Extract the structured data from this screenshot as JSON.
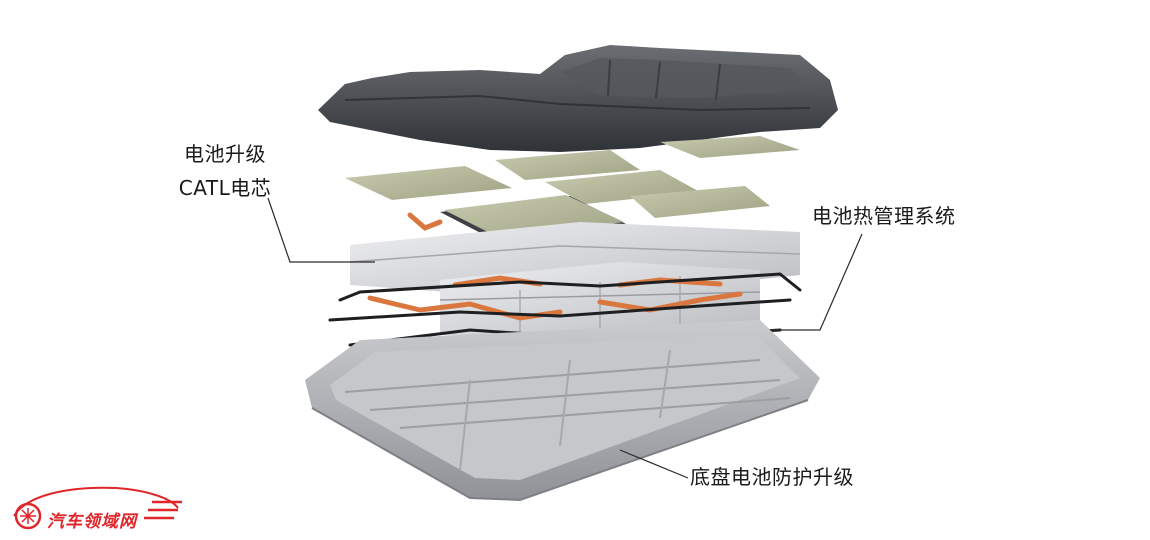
{
  "callouts": {
    "cell_line1": "电池升级",
    "cell_line2": "CATL电芯",
    "thermal": "电池热管理系统",
    "chassis": "底盘电池防护升级"
  },
  "watermark": {
    "text": "汽车领域网",
    "color": "#e0262b"
  },
  "colors": {
    "cover": "#4a4d52",
    "cell_top": "#b6b99a",
    "module": "#dcdde0",
    "copper": "#d9773f",
    "tray": "#a9abae",
    "leader": "#2a2a2a"
  }
}
